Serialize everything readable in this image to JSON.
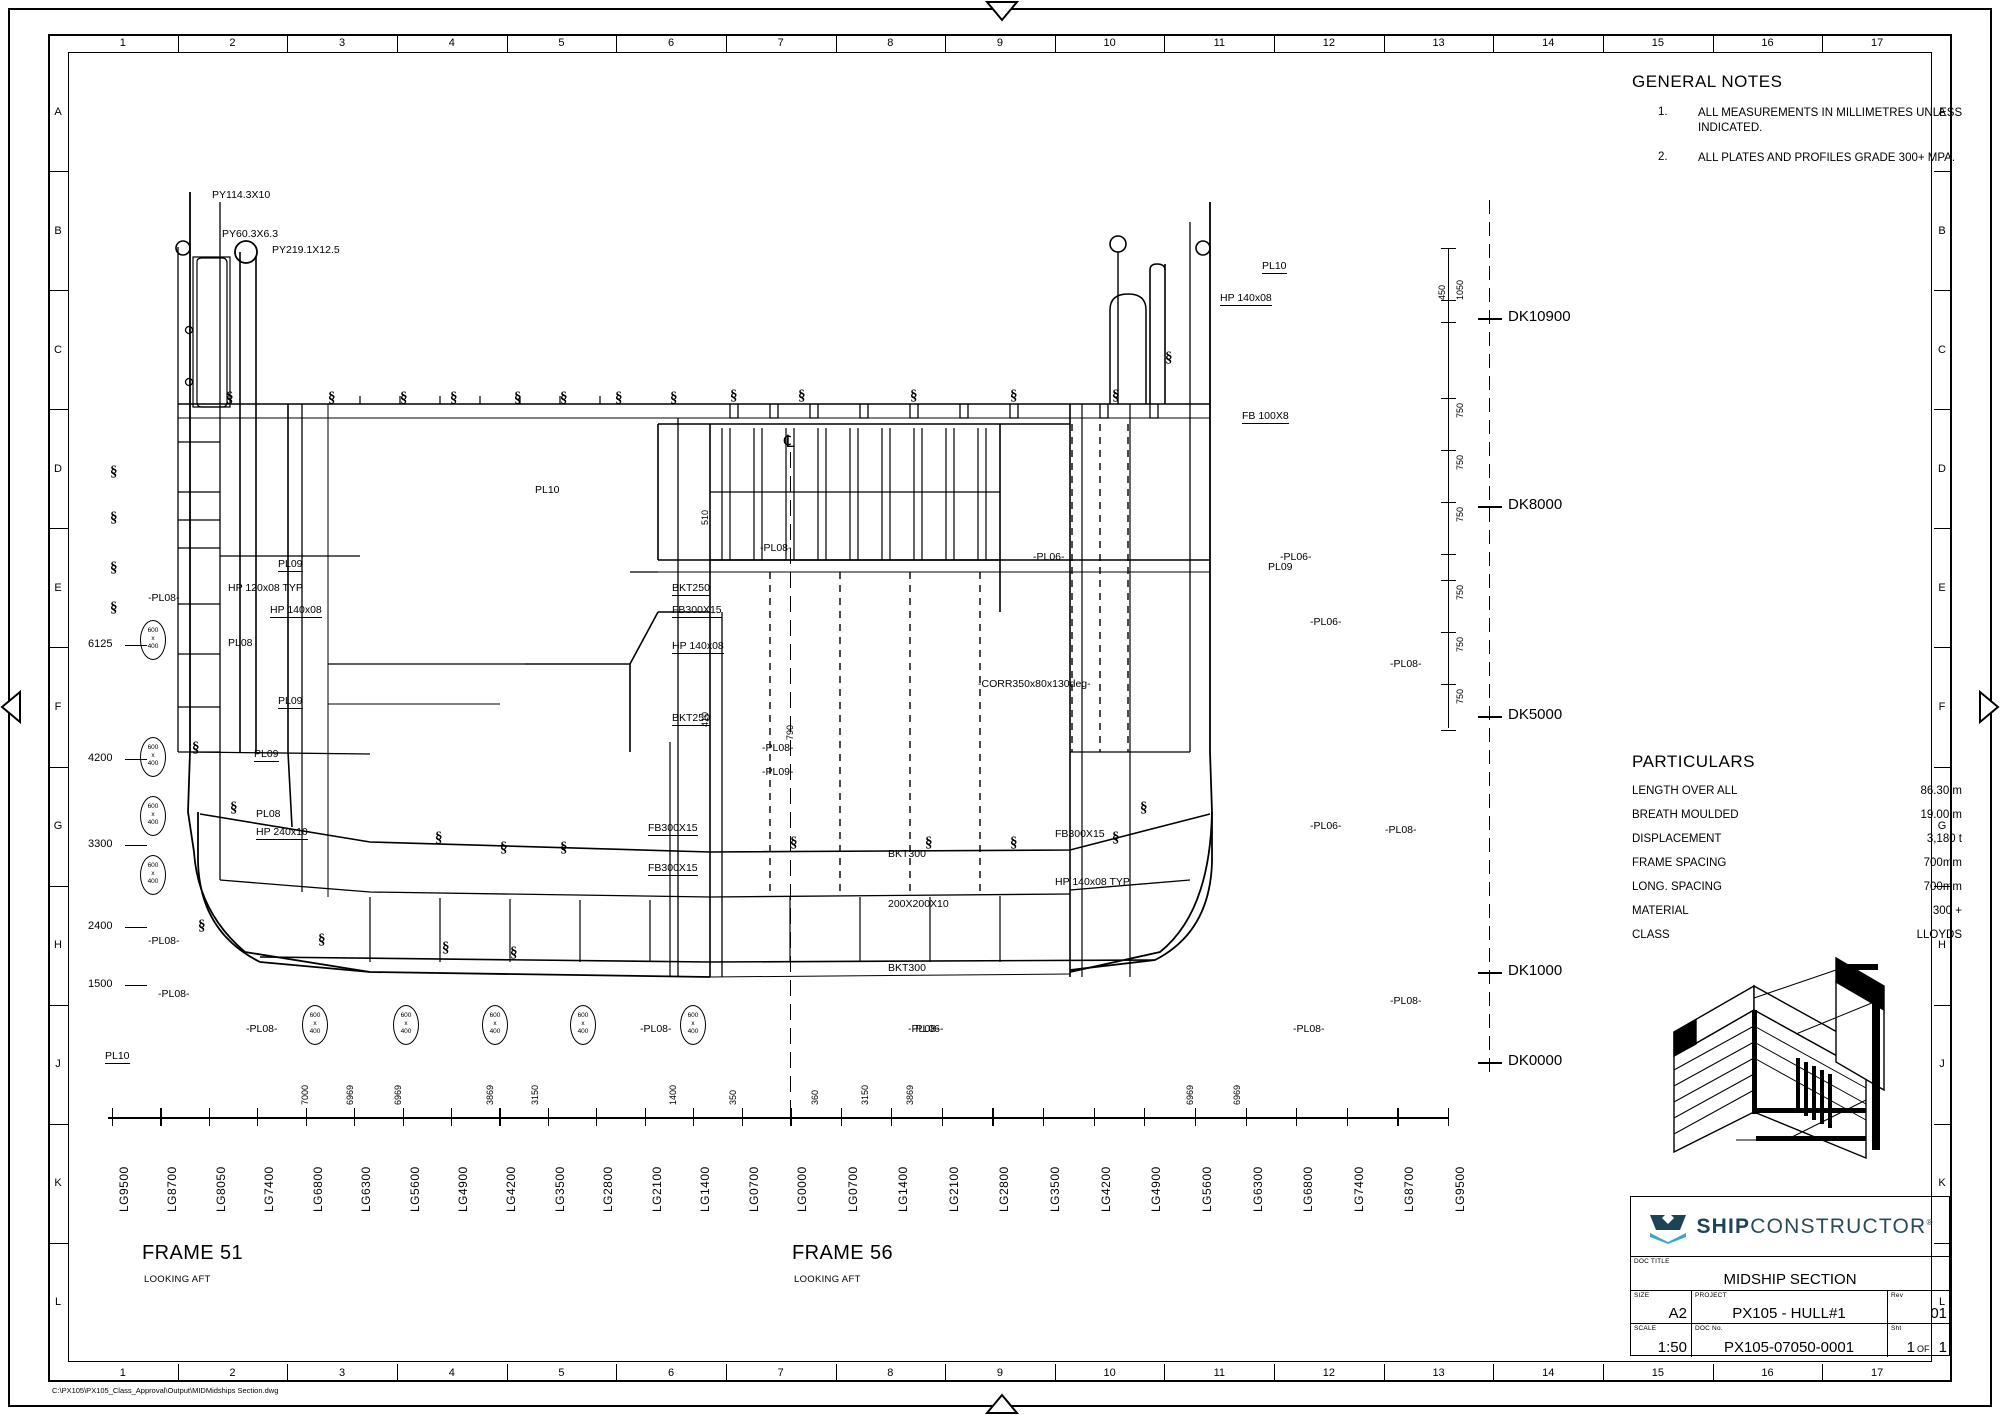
{
  "sheet": {
    "file_path": "C:\\PX105\\PX105_Class_Approval\\Output\\MIDMidships Section.dwg",
    "zone_cols": [
      "1",
      "2",
      "3",
      "4",
      "5",
      "6",
      "7",
      "8",
      "9",
      "10",
      "11",
      "12",
      "13",
      "14",
      "15",
      "16",
      "17"
    ],
    "zone_rows": [
      "A",
      "B",
      "C",
      "D",
      "E",
      "F",
      "G",
      "H",
      "J",
      "K",
      "L"
    ]
  },
  "general_notes": {
    "title": "GENERAL NOTES",
    "items": [
      {
        "num": "1.",
        "text": "ALL MEASUREMENTS IN MILLIMETRES UNLESS INDICATED."
      },
      {
        "num": "2.",
        "text": "ALL PLATES AND PROFILES GRADE 300+ MPA."
      }
    ]
  },
  "particulars": {
    "title": "PARTICULARS",
    "rows": [
      {
        "label": "LENGTH OVER ALL",
        "value": "86.30 m"
      },
      {
        "label": "BREATH MOULDED",
        "value": "19.00 m"
      },
      {
        "label": "DISPLACEMENT",
        "value": "3,180 t"
      },
      {
        "label": "FRAME SPACING",
        "value": "700mm"
      },
      {
        "label": "LONG. SPACING",
        "value": "700mm"
      },
      {
        "label": "MATERIAL",
        "value": "300 +"
      },
      {
        "label": "CLASS",
        "value": "LLOYDS"
      }
    ]
  },
  "title_block": {
    "logo_ship": "SHIP",
    "logo_constructor": "CONSTRUCTOR",
    "logo_reg": "®",
    "doc_title_caption": "DOC TITLE",
    "doc_title": "MIDSHIP SECTION",
    "size_caption": "SIZE",
    "size": "A2",
    "project_caption": "PROJECT",
    "project": "PX105 - HULL#1",
    "rev_caption": "Rev",
    "rev": "01",
    "scale_caption": "SCALE",
    "scale": "1:50",
    "docno_caption": "DOC No.",
    "docno": "PX105-07050-0001",
    "sht_caption": "Sht",
    "sheet_num": "1",
    "sheet_of": "OF",
    "sheet_total": "1"
  },
  "views": [
    {
      "title": "FRAME 51",
      "subtitle": "LOOKING AFT"
    },
    {
      "title": "FRAME 56",
      "subtitle": "LOOKING AFT"
    }
  ],
  "deck_levels": [
    "DK10900",
    "DK8000",
    "DK5000",
    "DK1000",
    "DK0000"
  ],
  "centerline_symbol": "℄",
  "long_labels_left": [
    "LG9500",
    "LG8700",
    "LG8050",
    "LG7400",
    "LG6800",
    "LG6300",
    "LG5600",
    "LG4900",
    "LG4200",
    "LG3500",
    "LG2800",
    "LG2100",
    "LG1400",
    "LG0700"
  ],
  "long_label_center": "LG0000",
  "long_labels_right": [
    "LG0700",
    "LG1400",
    "LG2100",
    "LG2800",
    "LG3500",
    "LG4200",
    "LG4900",
    "LG5600",
    "LG6300",
    "LG6800",
    "LG7400",
    "LG8700",
    "LG9500"
  ],
  "long_labels_right_extra": [
    "LG8050"
  ],
  "spacing_dims_bottom": [
    "7000",
    "6969",
    "6969",
    "3869",
    "3150",
    "1400",
    "350",
    "360",
    "3150",
    "3869",
    "6969",
    "6969"
  ],
  "elevation_dims_left": [
    "6125",
    "4200",
    "3300",
    "2400",
    "1500"
  ],
  "vertical_dim_chain": [
    "1050",
    "450",
    "750",
    "750",
    "750",
    "750",
    "750",
    "750"
  ],
  "internal_dims": [
    "510",
    "410",
    "790"
  ],
  "part_labels": {
    "pipes": [
      "PY114.3X10",
      "PY60.3X6.3",
      "PY219.1X12.5"
    ],
    "plates": [
      "PL10",
      "PL09",
      "PL08",
      "-PL08-",
      "-PL06-",
      "-PL09-"
    ],
    "profiles": [
      "HP 140x08",
      "HP 120x08 TYP",
      "HP 240x10",
      "HP 140x08 TYP",
      "FB 100X8",
      "FB300X15"
    ],
    "brackets": [
      "BKT250",
      "BKT300"
    ],
    "angles": [
      "200X200X10"
    ],
    "corrugation": "-CORR350x80x130deg-"
  },
  "manhole_label": {
    "w": "600",
    "x": "x",
    "h": "400"
  },
  "colors": {
    "line": "#000000",
    "logo_dark": "#1d4456",
    "logo_mid": "#2a4a5c",
    "logo_light": "#3aa9c8",
    "background": "#ffffff"
  }
}
